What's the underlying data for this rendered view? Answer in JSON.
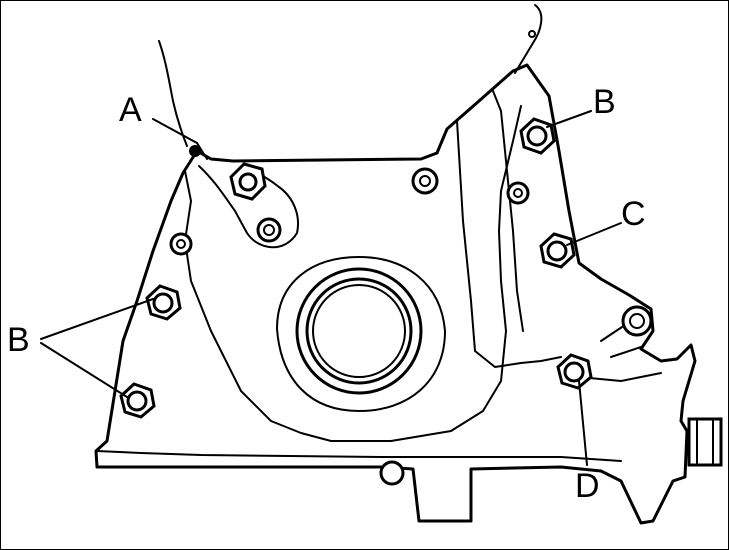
{
  "diagram": {
    "labels": {
      "a": "A",
      "b_upper_right": "B",
      "b_left": "B",
      "c": "C",
      "d": "D"
    },
    "colors": {
      "line": "#000000",
      "background": "#ffffff"
    }
  }
}
